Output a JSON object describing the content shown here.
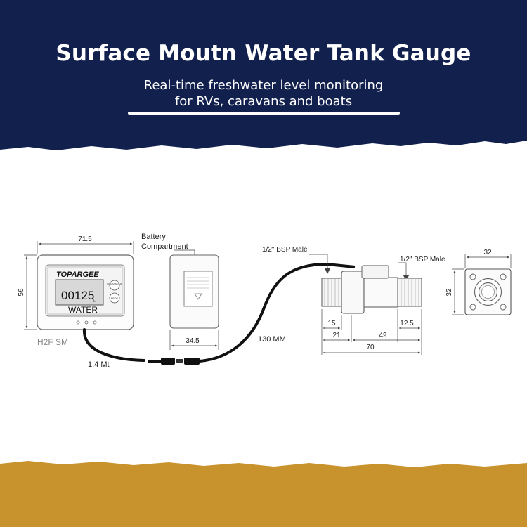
{
  "header": {
    "title": "Surface Moutn Water Tank Gauge",
    "subtitle_line1": "Real-time freshwater level monitoring",
    "subtitle_line2": "for RVs, caravans and boats"
  },
  "colors": {
    "banner": "#12204e",
    "footer": "#c8922c",
    "line": "#444444",
    "cable": "#111111"
  },
  "diagram": {
    "display": {
      "brand": "TOPARGEE",
      "reading": "00125",
      "unit": "Lt",
      "label": "WATER",
      "button_top": "PARAM SETUP",
      "button_bottom": "PROG",
      "model": "H2F SM",
      "width_dim": "71.5",
      "height_dim": "56"
    },
    "battery": {
      "label_line1": "Battery",
      "label_line2": "Compartment",
      "width_dim": "34.5"
    },
    "cables": {
      "display_cable": "1.4 Mt",
      "sensor_cable": "130 MM"
    },
    "sensor": {
      "left_thread": "1/2\" BSP Male",
      "right_thread": "1/2\" BSP Male",
      "dim_15": "15",
      "dim_21": "21",
      "dim_49": "49",
      "dim_12_5": "12.5",
      "dim_70": "70"
    },
    "flange": {
      "width_dim": "32",
      "height_dim": "32"
    }
  }
}
